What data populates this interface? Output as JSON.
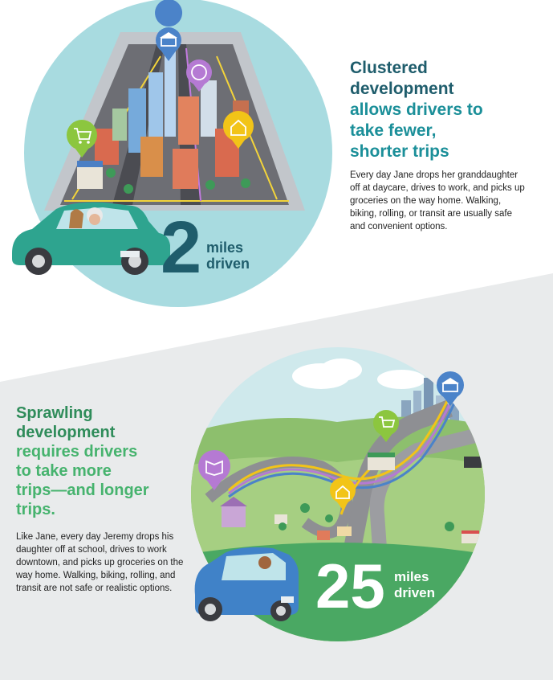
{
  "top": {
    "heading_line1": "Clustered",
    "heading_line2": "development",
    "heading_line3": "allows drivers to",
    "heading_line4": "take fewer,",
    "heading_line5": "shorter trips",
    "body": "Every day Jane drops her granddaughter off at daycare, drives to work, and picks up groceries on the way home. Walking, biking, rolling, or transit are usually safe and convenient options.",
    "miles_number": "2",
    "miles_word": "miles",
    "driven_word": "driven",
    "icons": [
      "bank-icon",
      "baby-icon",
      "shopping-cart-icon",
      "home-icon"
    ]
  },
  "bottom": {
    "heading_line1": "Sprawling",
    "heading_line2": "development",
    "heading_line3": "requires drivers",
    "heading_line4": "to take more",
    "heading_line5": "trips—and longer",
    "heading_line6": "trips.",
    "body": "Like Jane, every day Jeremy drops his daughter off at school, drives to work downtown, and picks up groceries on the way home. Walking, biking, rolling, and transit are not safe or realistic options.",
    "miles_number": "25",
    "miles_word": "miles",
    "driven_word": "driven",
    "icons": [
      "bank-icon",
      "shopping-cart-icon",
      "book-icon",
      "home-icon"
    ]
  },
  "colors": {
    "teal_dark": "#1f5d6c",
    "teal": "#1b8f99",
    "green_dark": "#2f8c5a",
    "green": "#46b36e",
    "circle_top": "#a8dbe0",
    "circle_bottom_sky": "#cfe9ec",
    "grass": "#8dbf6d",
    "green_band": "#4aa863",
    "gray_bg": "#e9ebec"
  }
}
